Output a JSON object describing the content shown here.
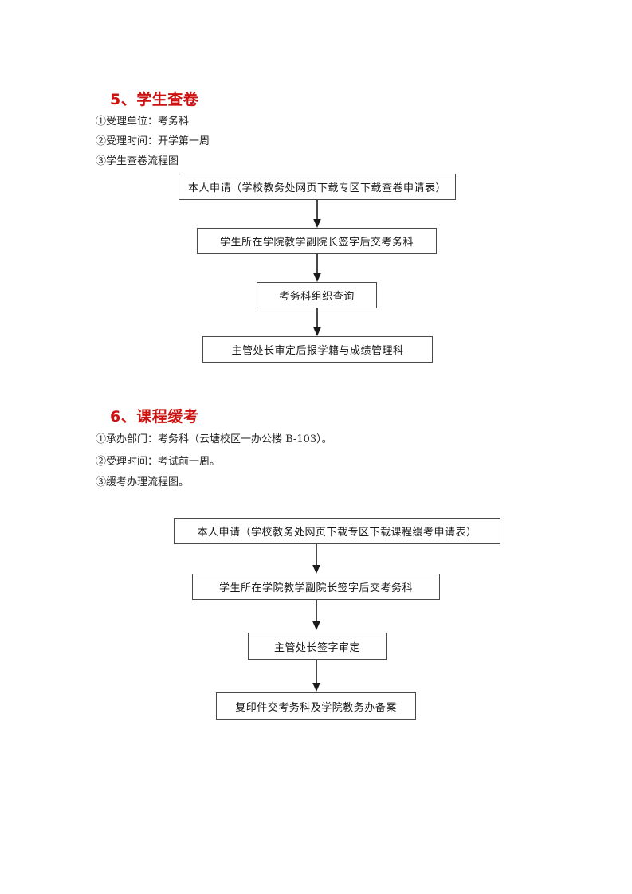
{
  "document": {
    "sections": [
      {
        "heading": "5、学生查卷",
        "lines": [
          "①受理单位：考务科",
          "②受理时间：开学第一周",
          "③学生查卷流程图"
        ],
        "flow_steps": [
          "本人申请（学校教务处网页下载专区下载查卷申请表）",
          "学生所在学院教学副院长签字后交考务科",
          "考务科组织查询",
          "主管处长审定后报学籍与成绩管理科"
        ]
      },
      {
        "heading": "6、课程缓考",
        "lines": [
          "①承办部门：考务科（云塘校区一办公楼 B-103）。",
          "②受理时间：考试前一周。",
          "③缓考办理流程图。"
        ],
        "flow_steps": [
          "本人申请（学校教务处网页下载专区下载课程缓考申请表）",
          "学生所在学院教学副院长签字后交考务科",
          "主管处长签字审定",
          "复印件交考务科及学院教务办备案"
        ]
      }
    ],
    "colors": {
      "heading_red": "#cc1111",
      "body_text": "#262626",
      "box_border": "#4a4a4a",
      "page_background": "#ffffff"
    }
  }
}
